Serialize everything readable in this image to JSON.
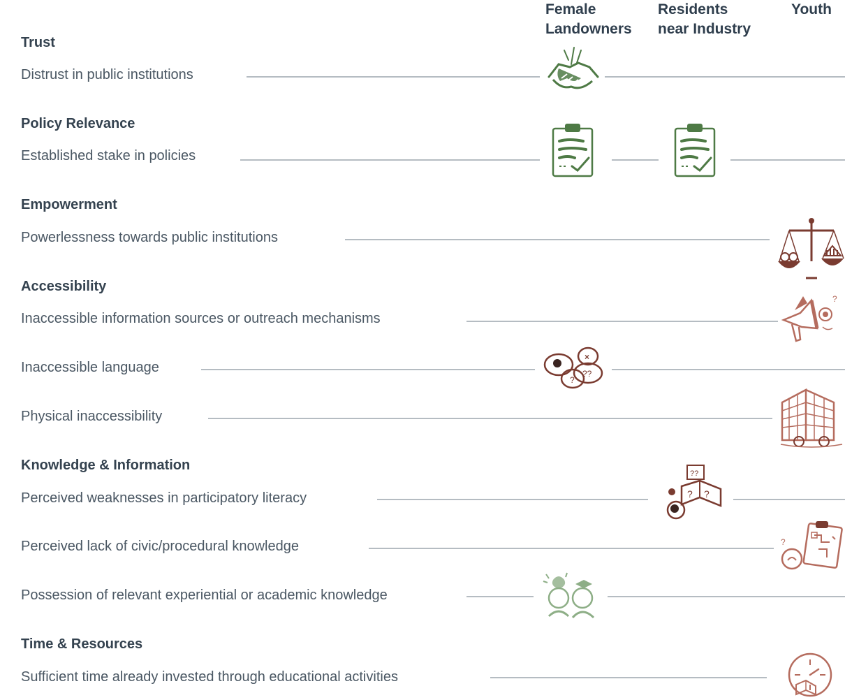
{
  "columns": [
    {
      "label_line1": "Female",
      "label_line2": "Landowners"
    },
    {
      "label_line1": "Residents",
      "label_line2": "near Industry"
    },
    {
      "label_line1": "Youth",
      "label_line2": ""
    }
  ],
  "sections": [
    {
      "title": "Trust",
      "rows": [
        {
          "label": "Distrust in public institutions",
          "icons": [
            {
              "group": "Female Landowners",
              "icon": "handshake-icon"
            }
          ]
        }
      ]
    },
    {
      "title": "Policy Relevance",
      "rows": [
        {
          "label": "Established stake in policies",
          "icons": [
            {
              "group": "Female Landowners",
              "icon": "clipboard-check-icon"
            },
            {
              "group": "Residents near Industry",
              "icon": "clipboard-check-icon"
            }
          ]
        }
      ]
    },
    {
      "title": "Empowerment",
      "rows": [
        {
          "label": "Powerlessness towards public institutions",
          "icons": [
            {
              "group": "Youth",
              "icon": "scale-institution-icon"
            }
          ]
        }
      ]
    },
    {
      "title": "Accessibility",
      "rows": [
        {
          "label": "Inaccessible information sources or outreach mechanisms",
          "icons": [
            {
              "group": "Youth",
              "icon": "megaphone-confusion-icon"
            }
          ]
        },
        {
          "label": "Inaccessible language",
          "icons": [
            {
              "group": "Female Landowners",
              "icon": "speech-bubbles-icon"
            }
          ]
        },
        {
          "label": "Physical inaccessibility",
          "icons": [
            {
              "group": "Youth",
              "icon": "building-icon"
            }
          ]
        }
      ]
    },
    {
      "title": "Knowledge & Information",
      "rows": [
        {
          "label": "Perceived weaknesses in participatory literacy",
          "icons": [
            {
              "group": "Residents near Industry",
              "icon": "confused-book-icon"
            }
          ]
        },
        {
          "label": "Perceived lack of civic/procedural knowledge",
          "icons": [
            {
              "group": "Youth",
              "icon": "clipboard-flowchart-icon"
            }
          ]
        },
        {
          "label": "Possession of relevant experiential or academic knowledge",
          "icons": [
            {
              "group": "Female Landowners",
              "icon": "ideas-people-icon"
            }
          ]
        }
      ]
    },
    {
      "title": "Time & Resources",
      "rows": [
        {
          "label": "Sufficient time already invested through educational activities",
          "icons": [
            {
              "group": "Youth",
              "icon": "clock-book-icon"
            }
          ]
        }
      ]
    }
  ],
  "colors": {
    "green_dark": "#4e7a45",
    "green_light": "#8dae86",
    "red_dark": "#7a3b30",
    "red_light": "#b56c5e",
    "line": "#b5bcc2"
  }
}
